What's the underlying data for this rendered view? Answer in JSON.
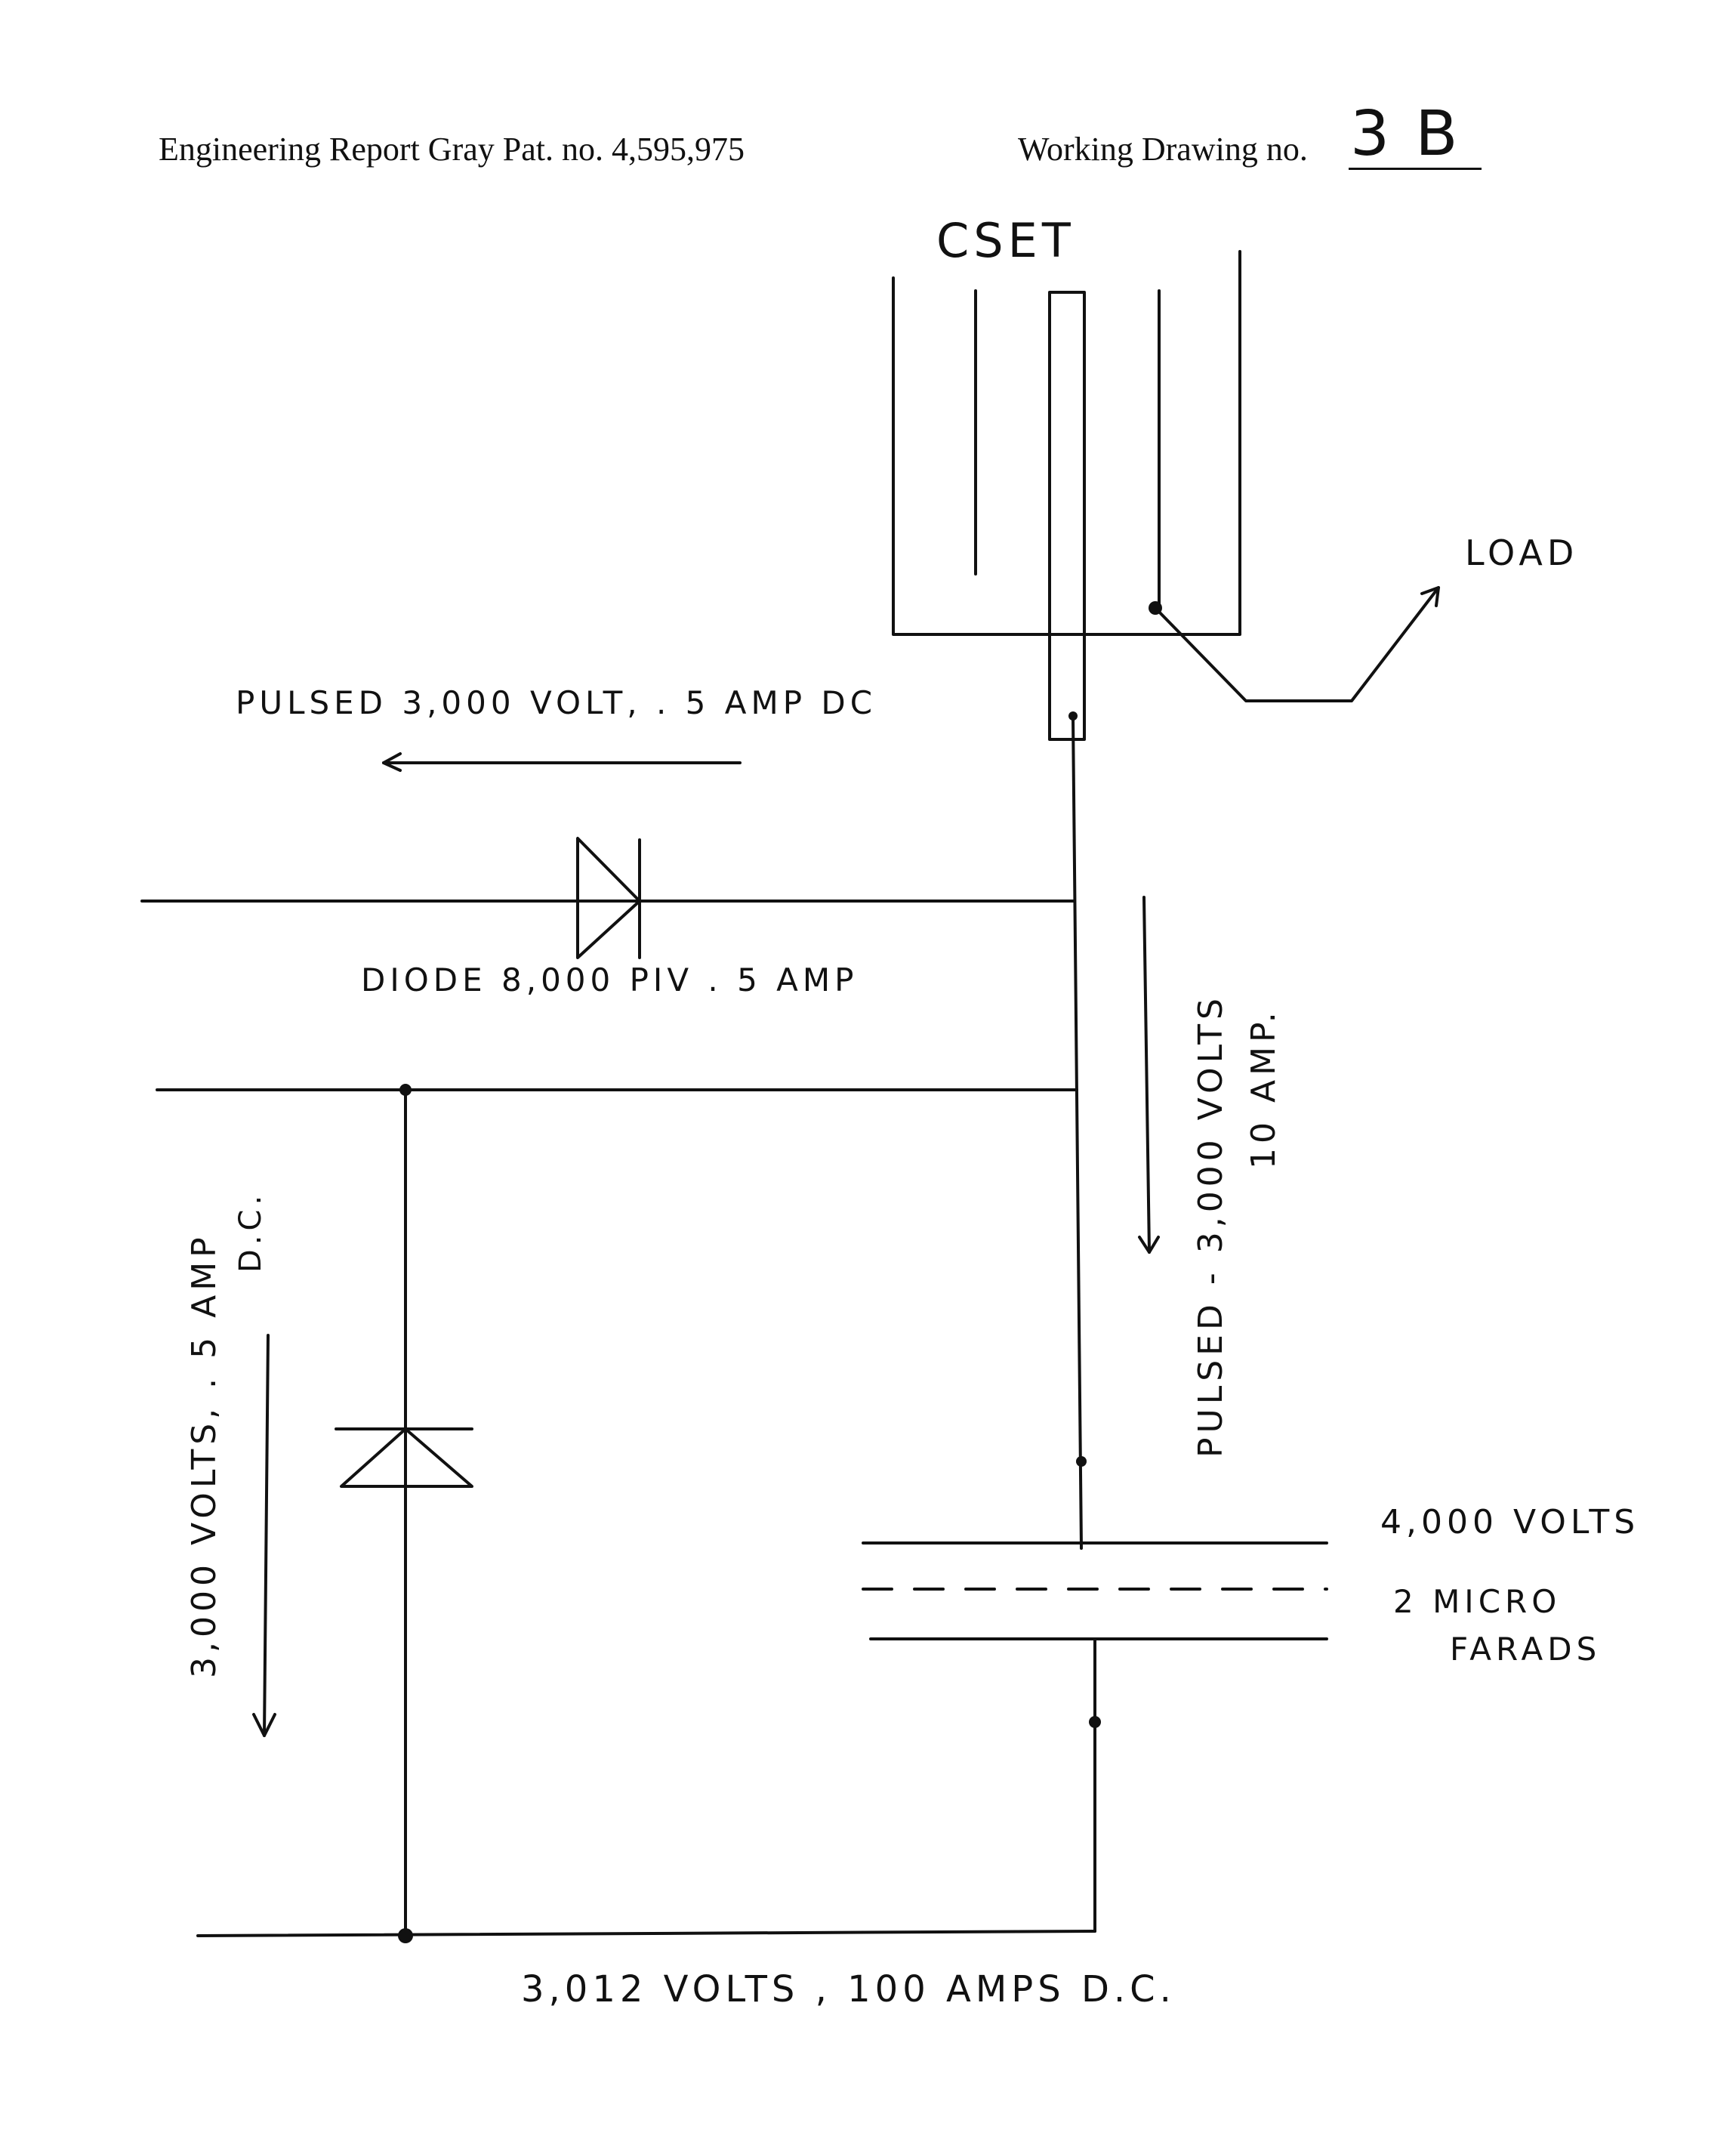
{
  "header": {
    "left": "Engineering Report Gray Pat. no. 4,595,975",
    "right_label": "Working Drawing no.",
    "drawing_number": "3 B"
  },
  "diagram": {
    "cset_label": "CSET",
    "load_label": "LOAD",
    "pulsed_output_label": "PULSED 3,000 VOLT, . 5 AMP DC",
    "diode_label": "DIODE 8,000 PIV . 5 AMP",
    "pulsed_current_label_1": "PULSED - 3,000 VOLTS",
    "pulsed_current_label_2": "10 AMP.",
    "left_supply_label_1": "3,000 VOLTS, . 5 AMP",
    "left_supply_label_2": "D.C.",
    "capacitor_voltage": "4,000 VOLTS",
    "capacitor_value_1": "2 MICRO",
    "capacitor_value_2": "FARADS",
    "bottom_supply_label": "3,012 VOLTS , 100 AMPS D.C."
  }
}
